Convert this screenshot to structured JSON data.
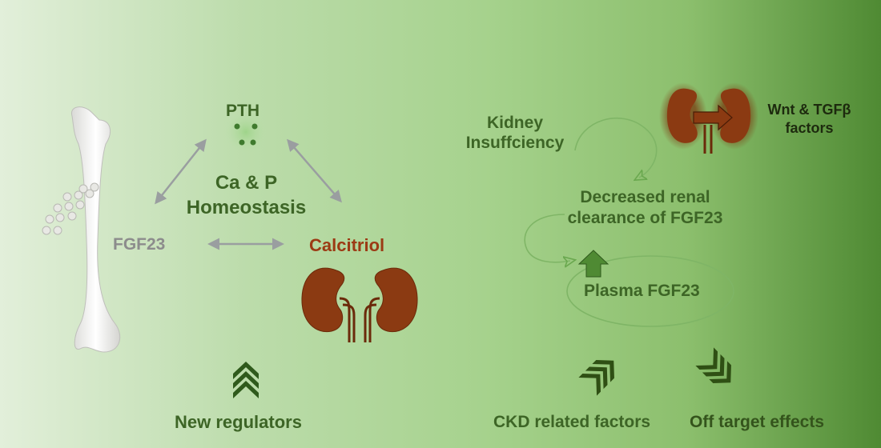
{
  "left": {
    "pth": "PTH",
    "center_line1": "Ca & P",
    "center_line2": "Homeostasis",
    "fgf23": "FGF23",
    "calcitriol": "Calcitriol",
    "new_regulators": "New regulators"
  },
  "right": {
    "kidney_insufficiency_line1": "Kidney",
    "kidney_insufficiency_line2": "Insuffciency",
    "wnt_line1": "Wnt & TGFβ",
    "wnt_line2": "factors",
    "decreased_line1": "Decreased renal",
    "decreased_line2": "clearance of FGF23",
    "plasma": "Plasma FGF23",
    "ckd_factors": "CKD related factors",
    "off_target": "Off target effects"
  },
  "colors": {
    "dark_green": "#3d6526",
    "calcitriol": "#9c3a14",
    "fgf23_grey": "#8c8c8c",
    "kidney": "#8b3a12"
  }
}
